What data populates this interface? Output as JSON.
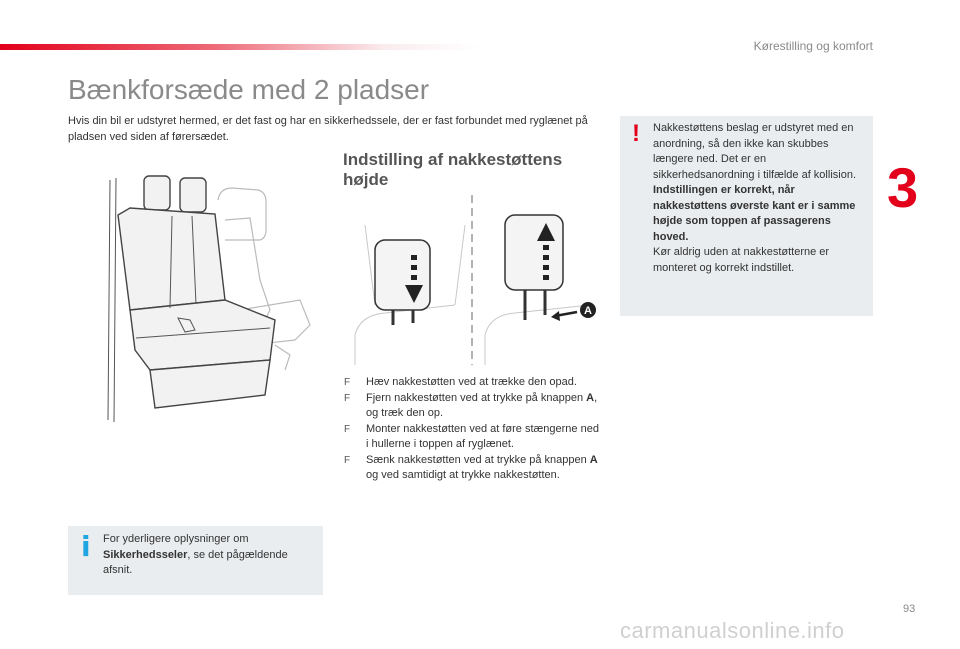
{
  "header": {
    "section_title": "Kørestilling og komfort",
    "chapter_number": "3"
  },
  "main": {
    "title": "Bænkforsæde med 2 pladser",
    "intro": "Hvis din bil er udstyret hermed, er det fast og har en sikkerhedssele, der er fast forbundet med ryglænet på pladsen ved siden af førersædet.",
    "subheading": "Indstilling af nakkestøttens højde",
    "figure_label": "A",
    "steps": [
      {
        "bullet": "F",
        "parts": [
          "Hæv nakkestøtten ved at trække den opad."
        ]
      },
      {
        "bullet": "F",
        "parts": [
          "Fjern nakkestøtten ved at trykke på knappen ",
          "A",
          ", og træk den op."
        ]
      },
      {
        "bullet": "F",
        "parts": [
          "Monter nakkestøtten ved at føre stængerne ned i hullerne i toppen af ryglænet."
        ]
      },
      {
        "bullet": "F",
        "parts": [
          "Sænk nakkestøtten ved at trykke på knappen ",
          "A",
          " og ved samtidigt at trykke nakkestøtten."
        ]
      }
    ]
  },
  "warning": {
    "icon": "!",
    "text1": "Nakkestøttens beslag er udstyret med en anordning, så den ikke kan skubbes længere ned. Det er en sikkerhedsanordning i tilfælde af kollision.",
    "text_bold": "Indstillingen er korrekt, når nakkestøttens øverste kant er i samme højde som toppen af passagerens hoved.",
    "text2": "Kør aldrig uden at nakkestøtterne er monteret og korrekt indstillet."
  },
  "info": {
    "icon": "i",
    "text1": "For yderligere oplysninger om ",
    "text_bold": "Sikkerhedsseler",
    "text2": ", se det pågældende afsnit."
  },
  "footer": {
    "page_number": "93",
    "watermark": "carmanualsonline.info"
  },
  "colors": {
    "accent_red": "#e2001a",
    "info_blue": "#1fa6e0",
    "box_gray": "#eaedef"
  }
}
